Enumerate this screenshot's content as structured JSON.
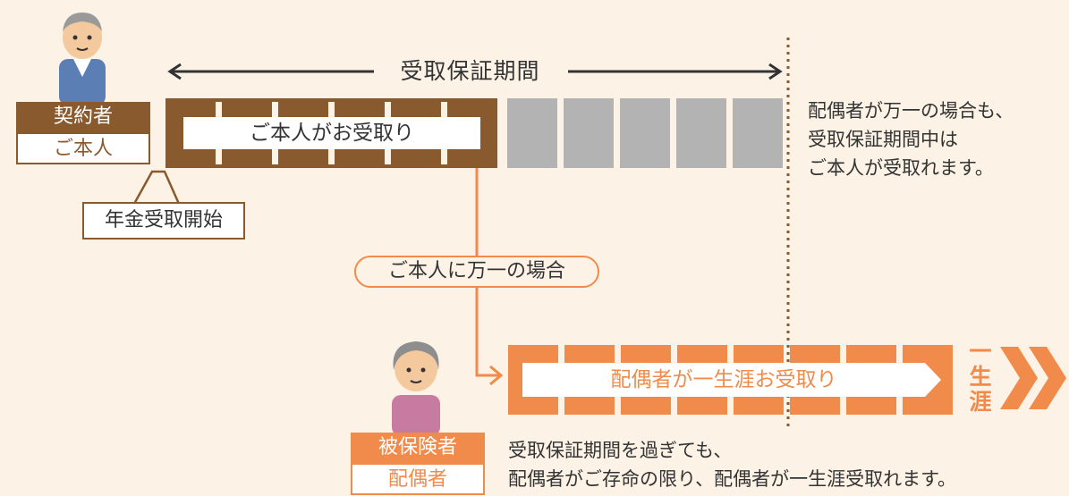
{
  "period": {
    "label": "受取保証期間"
  },
  "contractor": {
    "role": "契約者",
    "name": "ご本人"
  },
  "start_label": "年金受取開始",
  "self_band": {
    "label": "ご本人がお受取り"
  },
  "death_label": "ご本人に万一の場合",
  "spouse_band": {
    "label": "配偶者が一生涯お受取り"
  },
  "lifetime": {
    "chars": [
      "一",
      "生",
      "涯"
    ]
  },
  "insured": {
    "role": "被保険者",
    "name": "配偶者"
  },
  "note_right": [
    "配偶者が万一の場合も、",
    "受取保証期間中は",
    "ご本人が受取れます。"
  ],
  "note_bottom": [
    "受取保証期間を過ぎても、",
    "配偶者がご存命の限り、配偶者が一生涯受取れます。"
  ],
  "colors": {
    "brown": "#8a5a2f",
    "orange": "#f08b4b",
    "gray": "#b3b3b3",
    "background": "#fcf2e6"
  }
}
